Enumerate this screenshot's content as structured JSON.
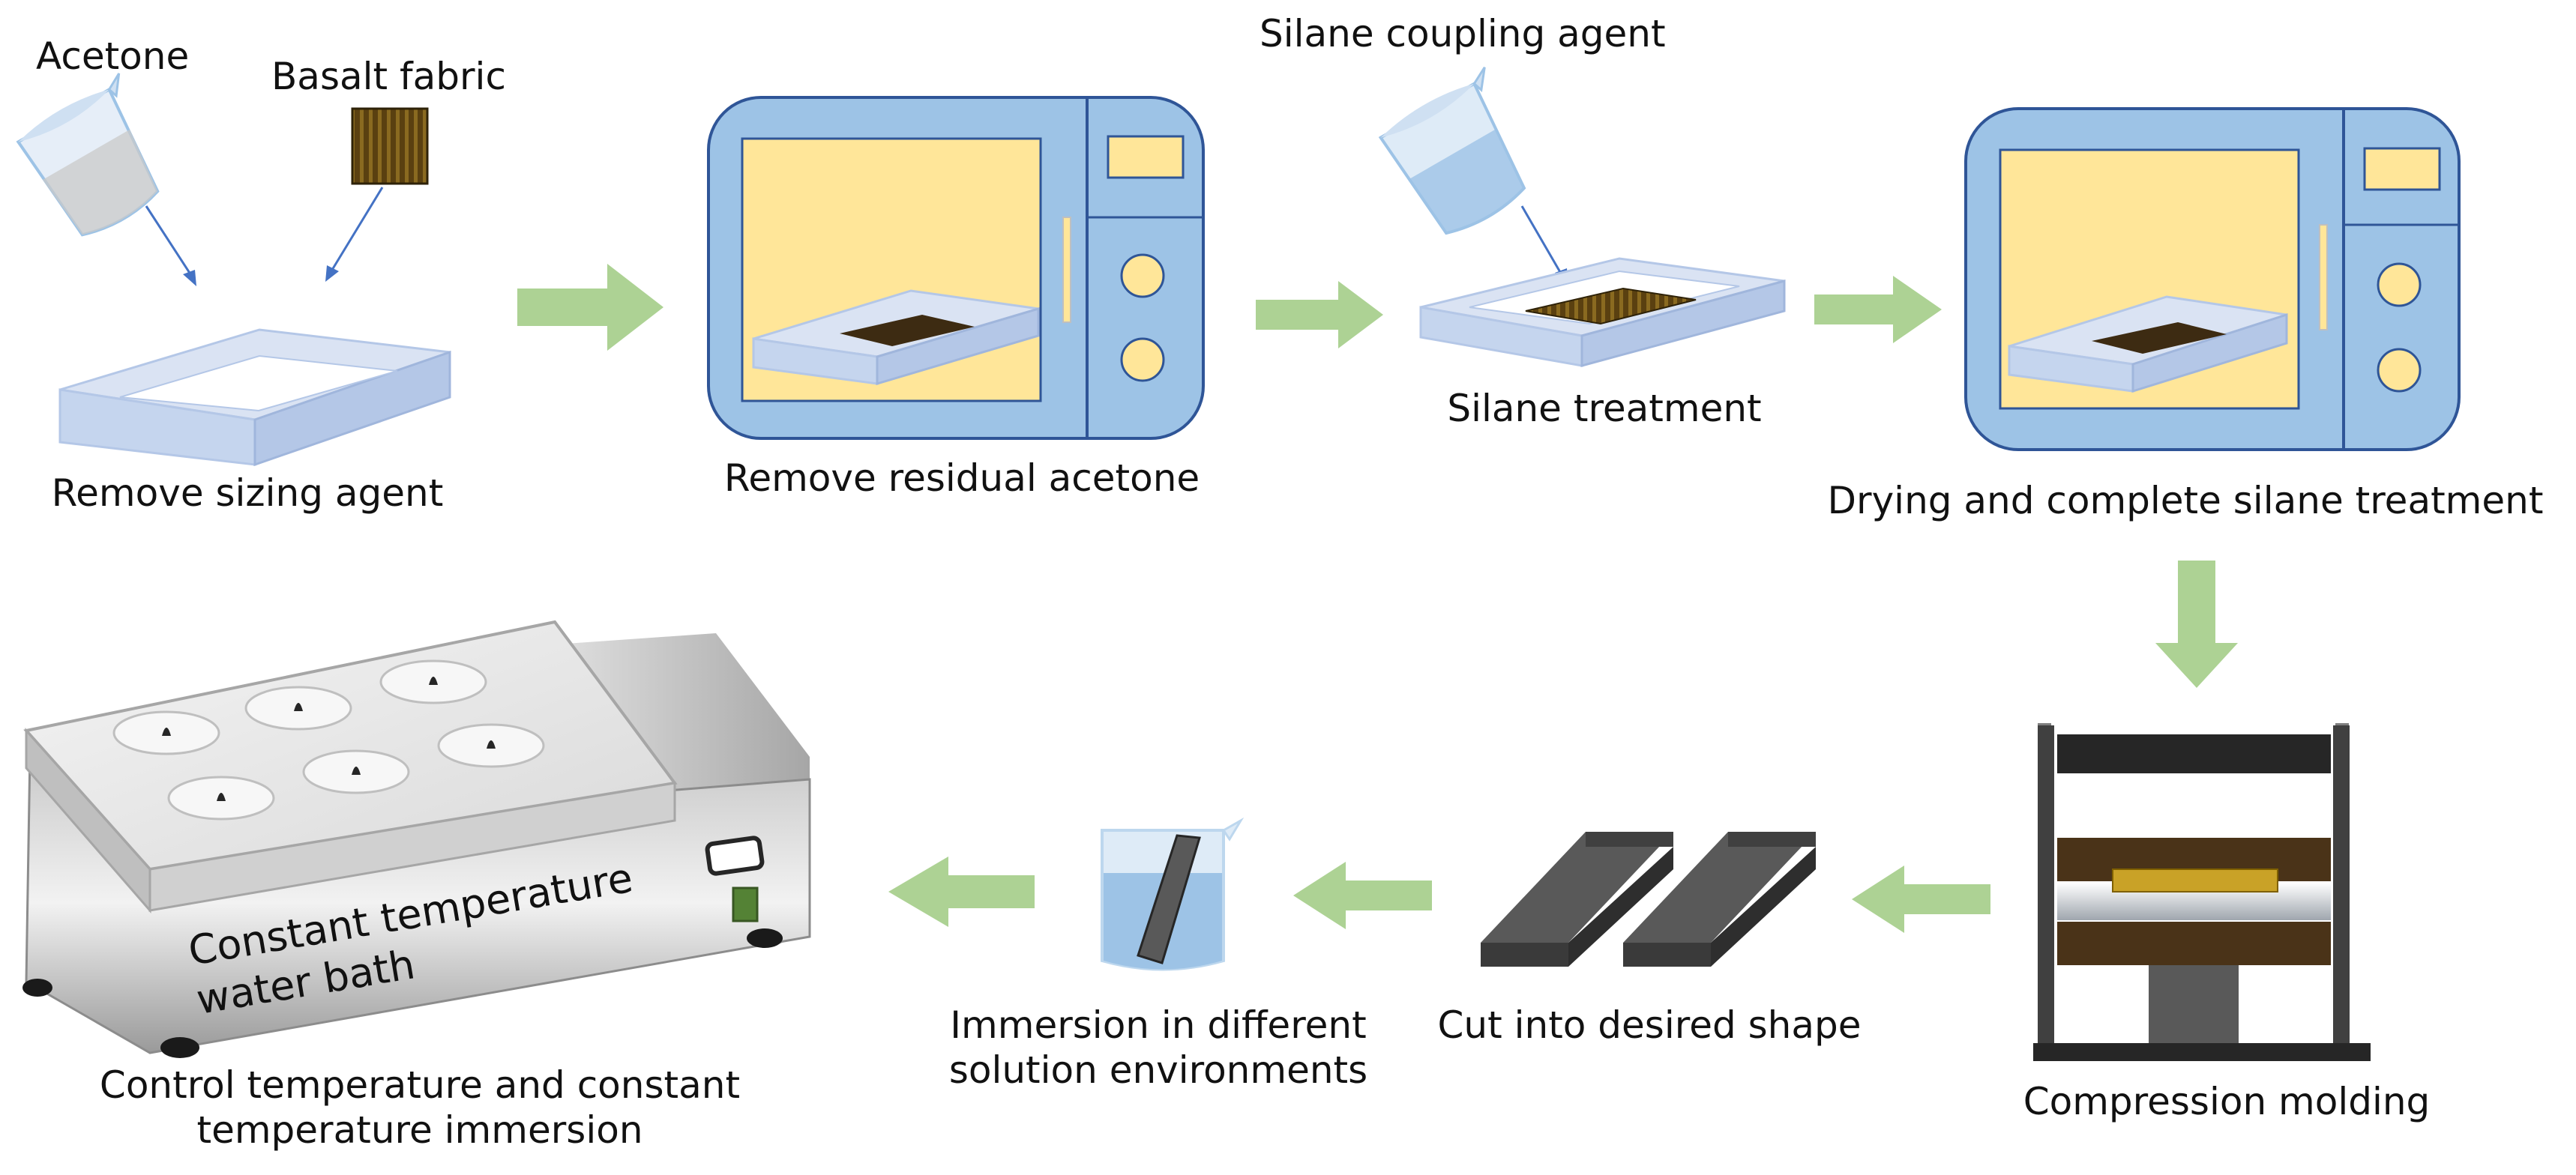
{
  "steps": {
    "remove_sizing": {
      "caption": "Remove sizing agent",
      "inputs": [
        "Acetone",
        "Basalt fabric"
      ]
    },
    "remove_acetone": {
      "caption": "Remove residual acetone"
    },
    "silane": {
      "caption": "Silane treatment",
      "input": "Silane coupling agent"
    },
    "drying": {
      "caption": "Drying and complete silane treatment"
    },
    "molding": {
      "caption": "Compression molding"
    },
    "cutting": {
      "caption": "Cut into desired shape"
    },
    "immersion": {
      "caption": "Immersion in different solution environments"
    },
    "water_bath": {
      "caption": "Control temperature and constant temperature immersion",
      "device_label": "Constant temperature water bath"
    }
  },
  "colors": {
    "arrow_green": "#a9d08e",
    "oven_blue": "#9dc3e6",
    "oven_window": "#ffe699",
    "tray": "#dae3f3",
    "fabric": "#3d2b12",
    "beaker": "#bdd7ee",
    "press_frame": "#404040",
    "pointer_blue": "#4472c4"
  }
}
